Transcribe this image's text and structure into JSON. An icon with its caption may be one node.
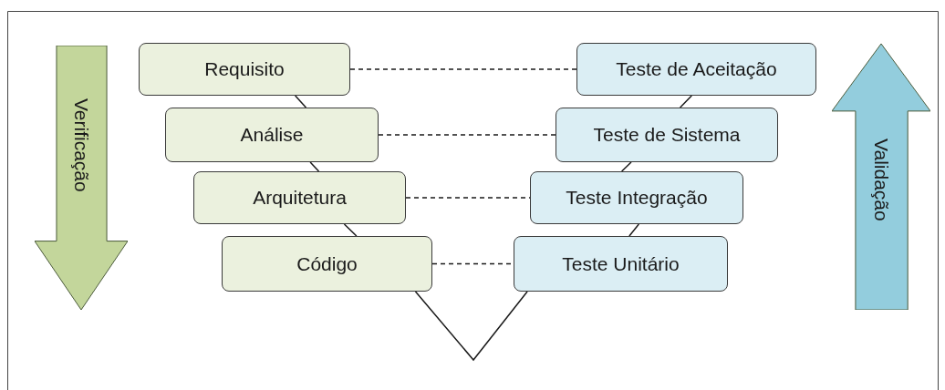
{
  "diagram": {
    "nodes": [
      {
        "text": [
          "Verificação"
        ]
      },
      {
        "text": [
          "Requisito"
        ]
      },
      {
        "text": [
          "Teste de Aceitação"
        ]
      },
      {
        "text": [
          "Análise"
        ]
      },
      {
        "text": [
          "Teste de Sistema"
        ]
      },
      {
        "text": [
          "Arquitetura"
        ]
      },
      {
        "text": [
          "Teste Integração"
        ]
      },
      {
        "text": [
          "Código"
        ]
      },
      {
        "text": [
          "Teste Unitário"
        ]
      },
      {
        "text": [
          "Validação"
        ]
      }
    ],
    "edges": [
      {
        "from": 1,
        "to": 3,
        "arrow": "none"
      },
      {
        "from": 3,
        "to": 5,
        "arrow": "none"
      },
      {
        "from": 5,
        "to": 7,
        "arrow": "none"
      },
      {
        "from": 7,
        "to": 8,
        "arrow": "none"
      },
      {
        "from": 8,
        "to": 6,
        "arrow": "none"
      },
      {
        "from": 6,
        "to": 4,
        "arrow": "none"
      },
      {
        "from": 4,
        "to": 2,
        "arrow": "none"
      },
      {
        "from": 1,
        "to": 2,
        "arrow": "none",
        "style": "dashed"
      },
      {
        "from": 3,
        "to": 4,
        "arrow": "none",
        "style": "dashed"
      },
      {
        "from": 5,
        "to": 6,
        "arrow": "none",
        "style": "dashed"
      },
      {
        "from": 7,
        "to": 8,
        "arrow": "none",
        "style": "dashed"
      }
    ]
  }
}
